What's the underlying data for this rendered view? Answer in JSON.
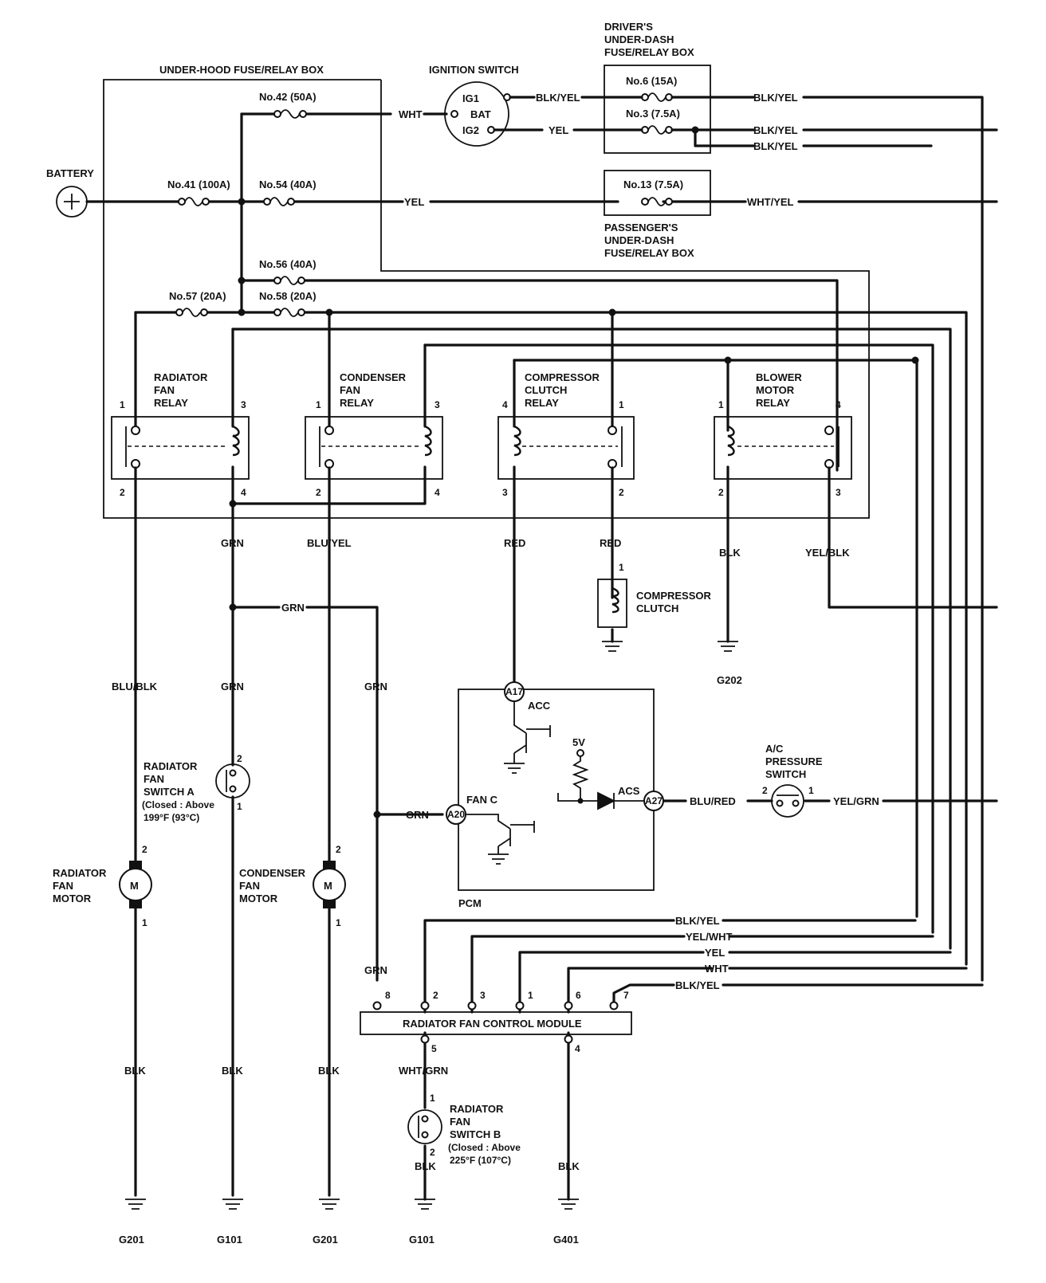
{
  "boxes": {
    "under_hood": "UNDER-HOOD FUSE/RELAY BOX",
    "drivers": [
      "DRIVER'S",
      "UNDER-DASH",
      "FUSE/RELAY BOX"
    ],
    "passengers": [
      "PASSENGER'S",
      "UNDER-DASH",
      "FUSE/RELAY BOX"
    ]
  },
  "battery": "BATTERY",
  "ignition": {
    "title": "IGNITION SWITCH",
    "ig1": "IG1",
    "bat": "BAT",
    "ig2": "IG2"
  },
  "fuses": {
    "f42": "No.42 (50A)",
    "f41": "No.41 (100A)",
    "f54": "No.54 (40A)",
    "f56": "No.56 (40A)",
    "f57": "No.57 (20A)",
    "f58": "No.58 (20A)",
    "f6": "No.6 (15A)",
    "f3": "No.3 (7.5A)",
    "f13": "No.13 (7.5A)"
  },
  "wires": {
    "wht": "WHT",
    "blk_yel": "BLK/YEL",
    "yel": "YEL",
    "wht_yel": "WHT/YEL",
    "grn": "GRN",
    "blu_yel": "BLU/YEL",
    "red": "RED",
    "blk": "BLK",
    "yel_blk": "YEL/BLK",
    "blu_blk": "BLU/BLK",
    "blu_red": "BLU/RED",
    "yel_grn": "YEL/GRN",
    "yel_wht": "YEL/WHT",
    "wht_grn": "WHT/GRN"
  },
  "relays": {
    "radiator": [
      "RADIATOR",
      "FAN",
      "RELAY"
    ],
    "condenser": [
      "CONDENSER",
      "FAN",
      "RELAY"
    ],
    "compressor": [
      "COMPRESSOR",
      "CLUTCH",
      "RELAY"
    ],
    "blower": [
      "BLOWER",
      "MOTOR",
      "RELAY"
    ]
  },
  "pins": {
    "p1": "1",
    "p2": "2",
    "p3": "3",
    "p4": "4",
    "p5": "5",
    "p6": "6",
    "p7": "7",
    "p8": "8"
  },
  "compressor_clutch": [
    "COMPRESSOR",
    "CLUTCH"
  ],
  "pcm": {
    "label": "PCM",
    "acc": "ACC",
    "fanc": "FAN C",
    "acs": "ACS",
    "v5": "5V",
    "a17": "A17",
    "a20": "A20",
    "a27": "A27"
  },
  "ac_switch": [
    "A/C",
    "PRESSURE",
    "SWITCH"
  ],
  "switch_a": [
    "RADIATOR",
    "FAN",
    "SWITCH A",
    "(Closed : Above",
    "199°F (93°C)"
  ],
  "switch_b": [
    "RADIATOR",
    "FAN",
    "SWITCH B",
    "(Closed : Above",
    "225°F (107°C)"
  ],
  "motors": {
    "m": "M",
    "radiator": [
      "RADIATOR",
      "FAN",
      "MOTOR"
    ],
    "condenser": [
      "CONDENSER",
      "FAN",
      "MOTOR"
    ]
  },
  "module": "RADIATOR FAN CONTROL MODULE",
  "grounds": {
    "g201": "G201",
    "g101": "G101",
    "g202": "G202",
    "g401": "G401"
  }
}
